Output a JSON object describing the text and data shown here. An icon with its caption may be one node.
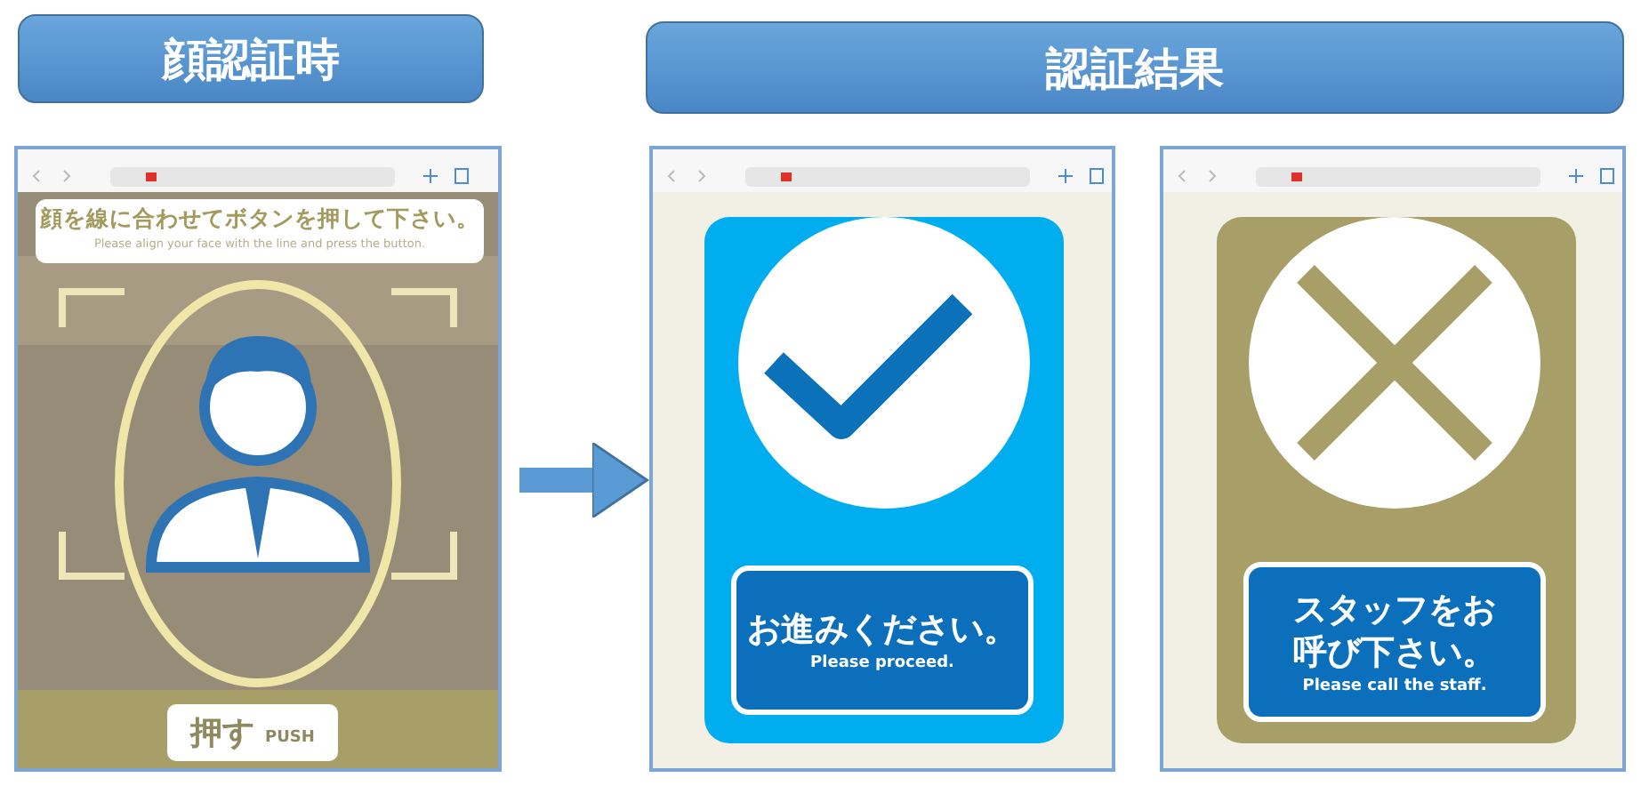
{
  "diagram": {
    "nodes": [
      {
        "text": [
          "顔認証時"
        ]
      },
      {
        "text": [],
        "shape": "picture"
      },
      {
        "text": [
          "顔を線に合わせてボタンを押して下さい。",
          "Please align your face with the line and press the button."
        ],
        "in": 1
      },
      {
        "text": [
          "押す",
          "PUSH"
        ],
        "in": 1
      },
      {
        "text": [
          "認証結果"
        ]
      },
      {
        "text": [],
        "shape": "picture"
      },
      {
        "text": [
          "お進みください。",
          "Please proceed."
        ],
        "in": 5
      },
      {
        "text": [],
        "shape": "picture"
      },
      {
        "text": [
          "スタッフをお呼び下さい。",
          "Please call the staff."
        ],
        "in": 7
      }
    ],
    "edges": [
      {
        "from": 1,
        "to": 5,
        "arrow": "to"
      }
    ]
  }
}
